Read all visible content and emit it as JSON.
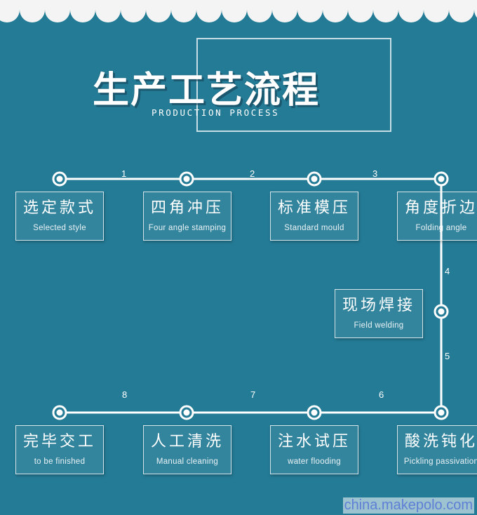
{
  "header": {
    "title": "生产工艺流程",
    "subtitle": "PRODUCTION PROCESS"
  },
  "steps": [
    {
      "zh": "选定款式",
      "en": "Selected style"
    },
    {
      "zh": "四角冲压",
      "en": "Four angle stamping"
    },
    {
      "zh": "标准模压",
      "en": "Standard mould"
    },
    {
      "zh": "角度折边",
      "en": "Folding angle"
    },
    {
      "zh": "现场焊接",
      "en": "Field welding"
    },
    {
      "zh": "酸洗钝化",
      "en": "Pickling passivation"
    },
    {
      "zh": "注水试压",
      "en": "water flooding"
    },
    {
      "zh": "人工清洗",
      "en": "Manual cleaning"
    },
    {
      "zh": "完毕交工",
      "en": "to be finished"
    }
  ],
  "step_numbers": [
    "1",
    "2",
    "3",
    "4",
    "5",
    "6",
    "7",
    "8"
  ],
  "watermark": "china.makepolo.com",
  "colors": {
    "background": "#247b96",
    "line": "#ffffff",
    "watermark": "#5f7fd6"
  }
}
